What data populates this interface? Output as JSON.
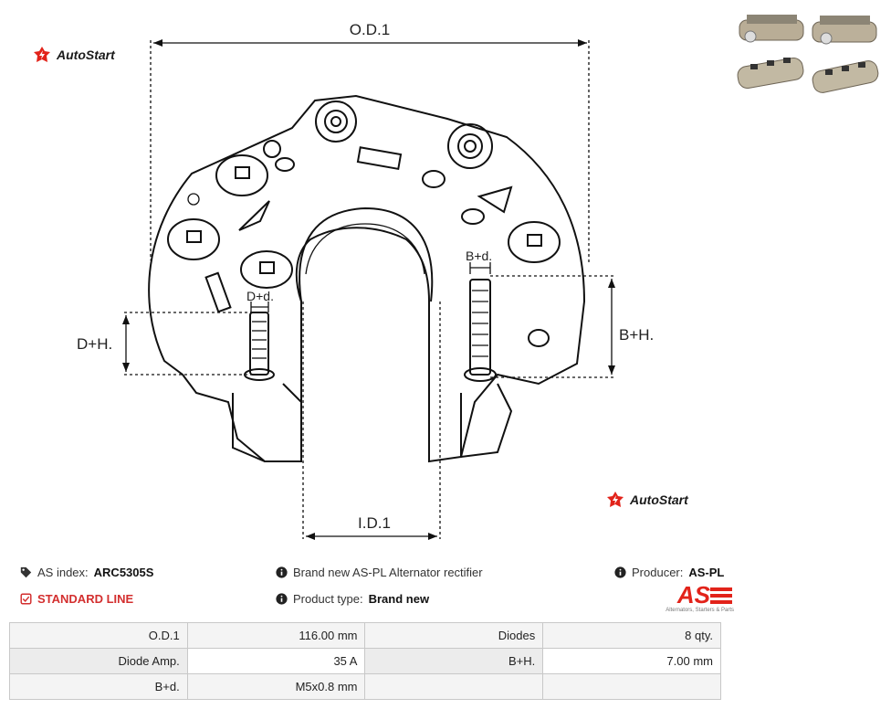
{
  "brand": {
    "name": "AutoStart"
  },
  "dimensions": {
    "od1": "O.D.1",
    "id1": "I.D.1",
    "dh": "D+H.",
    "bh": "B+H.",
    "dd": "D+d.",
    "bd": "B+d."
  },
  "info": {
    "as_index_label": "AS index:",
    "as_index_value": "ARC5305S",
    "line": "STANDARD LINE",
    "desc": "Brand new AS-PL Alternator rectifier",
    "type_label": "Product type:",
    "type_value": "Brand new",
    "producer_label": "Producer:",
    "producer_value": "AS-PL",
    "as_logo_text": "AS",
    "as_logo_tagline": "Alternators, Starters & Parts"
  },
  "specs": [
    [
      "O.D.1",
      "116.00 mm",
      "Diodes",
      "8 qty."
    ],
    [
      "Diode Amp.",
      "35 A",
      "B+H.",
      "7.00 mm"
    ],
    [
      "B+d.",
      "M5x0.8 mm",
      "",
      ""
    ]
  ],
  "icons": {
    "tag": "tag-icon",
    "info": "info-icon",
    "check": "check-square-icon"
  },
  "colors": {
    "accent": "#d32f2f",
    "logo_red": "#e2231a"
  }
}
